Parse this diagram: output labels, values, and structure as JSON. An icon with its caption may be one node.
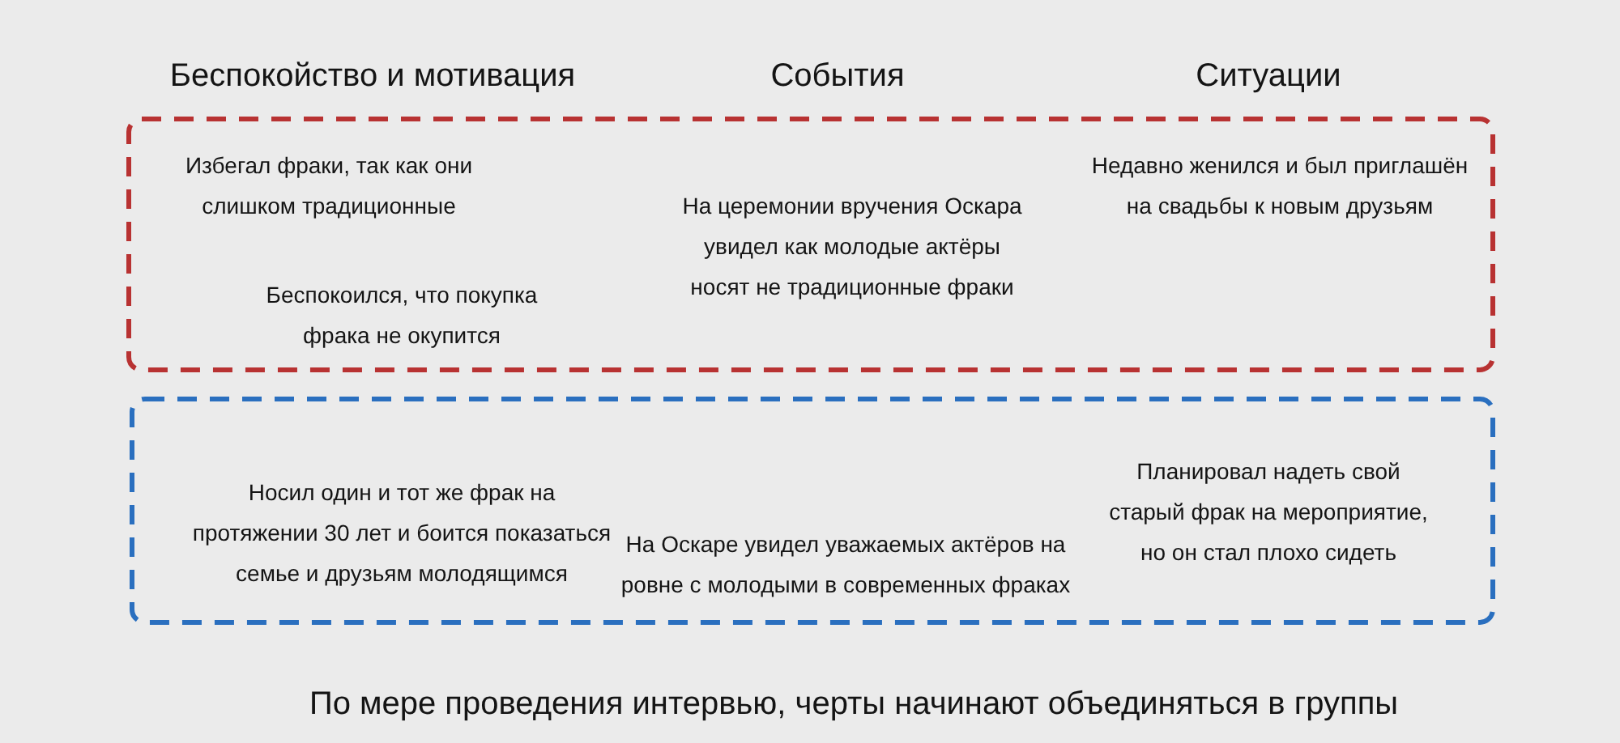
{
  "diagram": {
    "caption": "По мере проведения интервью, черты начинают объединяться в группы",
    "nodes": [
      {
        "text": [
          "Избегал фраки, так как они слишком традиционные",
          "Беспокоился, что покупка фрака не окупится",
          "На церемонии вручения Оскара увидел как молодые актёры носят не традиционные фраки",
          "Недавно женился и был приглашён на свадьбы к новым друзьям"
        ]
      },
      {
        "text": [
          "Носил один и тот же фрак на протяжении 30 лет и боится показаться семье и друзьям молодящимся",
          "На Оскаре увидел уважаемых актёров на ровне с молодыми в современных фраках",
          "Планировал надеть свой старый фрак на мероприятие, но он стал плохо сидеть"
        ]
      }
    ],
    "labels": [
      "Беспокойство и мотивация",
      "События",
      "Ситуации"
    ]
  }
}
